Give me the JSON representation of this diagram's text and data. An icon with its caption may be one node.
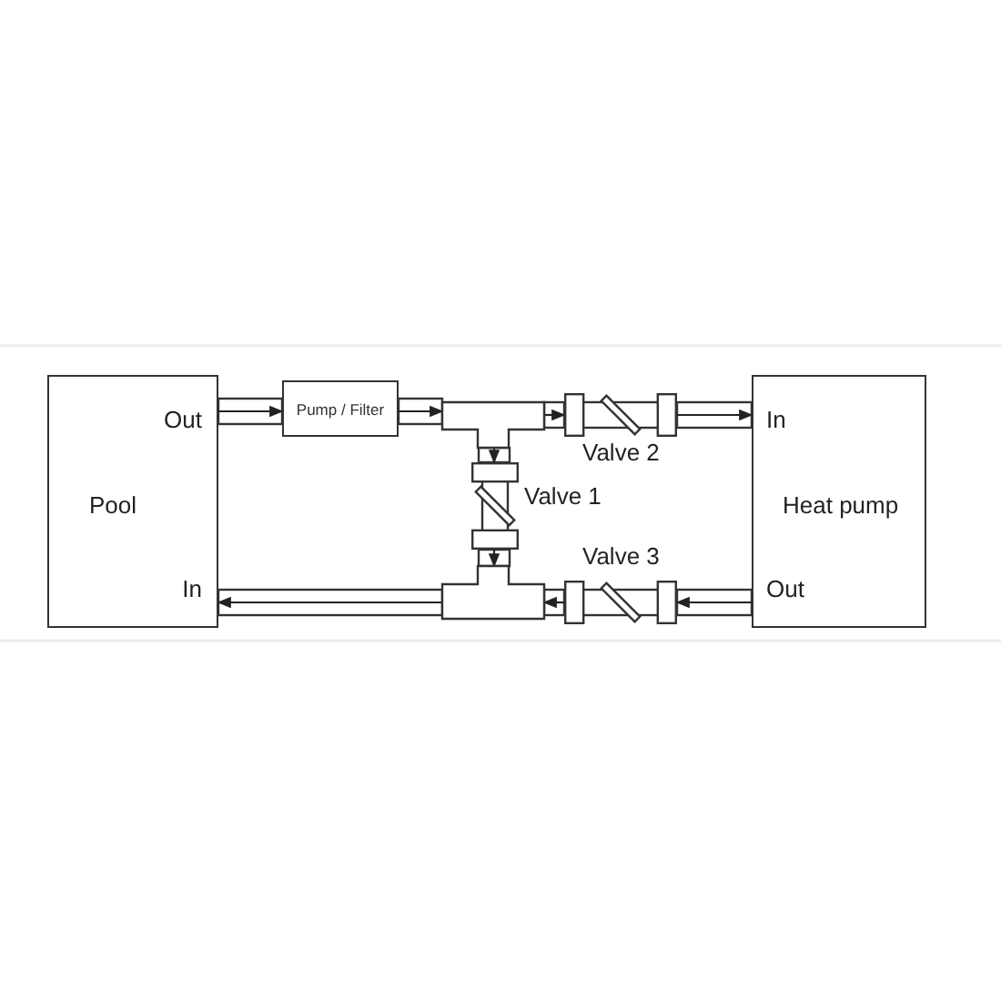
{
  "diagram": {
    "nodes": [
      {
        "text": [
          "Out",
          "Pool",
          "In"
        ]
      },
      {
        "text": [
          "Pump / Filter"
        ]
      },
      {
        "text": [],
        "shape": "tee"
      },
      {
        "text": [],
        "shape": "valve",
        "beside": [
          "Valve 2"
        ]
      },
      {
        "text": [
          "In",
          "Heat pump",
          "Out"
        ]
      },
      {
        "text": [],
        "shape": "valve",
        "beside": [
          "Valve 1"
        ]
      },
      {
        "text": [],
        "shape": "tee"
      },
      {
        "text": [],
        "shape": "valve",
        "beside": [
          "Valve 3"
        ]
      }
    ],
    "edges": [
      {
        "from": 0,
        "to": 1,
        "arrow": "to"
      },
      {
        "from": 1,
        "to": 2,
        "arrow": "to"
      },
      {
        "from": 2,
        "to": 3,
        "arrow": "to"
      },
      {
        "from": 3,
        "to": 4,
        "arrow": "to"
      },
      {
        "from": 2,
        "to": 5,
        "arrow": "to"
      },
      {
        "from": 5,
        "to": 6,
        "arrow": "to"
      },
      {
        "from": 4,
        "to": 7,
        "arrow": "to"
      },
      {
        "from": 7,
        "to": 6,
        "arrow": "to"
      },
      {
        "from": 6,
        "to": 0,
        "arrow": "to"
      }
    ]
  }
}
